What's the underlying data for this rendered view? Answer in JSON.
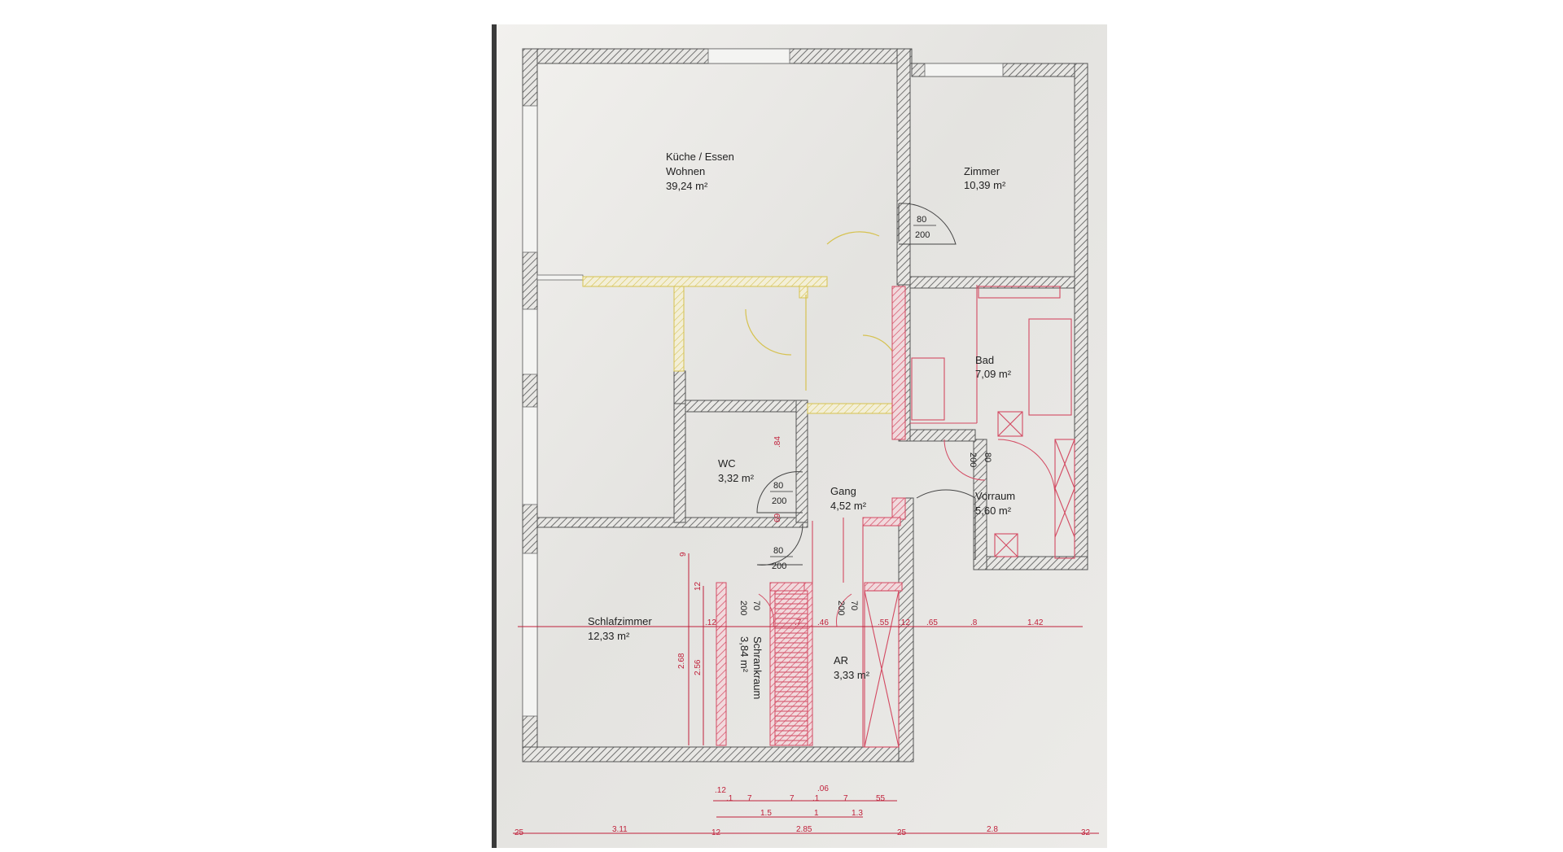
{
  "rooms": [
    {
      "id": "kueche",
      "name": "Küche / Essen",
      "name2": "Wohnen",
      "area": "39,24 m²"
    },
    {
      "id": "zimmer",
      "name": "Zimmer",
      "area": "10,39 m²"
    },
    {
      "id": "bad",
      "name": "Bad",
      "area": "7,09 m²"
    },
    {
      "id": "wc",
      "name": "WC",
      "area": "3,32 m²"
    },
    {
      "id": "gang",
      "name": "Gang",
      "area": "4,52 m²"
    },
    {
      "id": "vorraum",
      "name": "Vorraum",
      "area": "5,60 m²"
    },
    {
      "id": "schlafzimmer",
      "name": "Schlafzimmer",
      "area": "12,33 m²"
    },
    {
      "id": "schrankraum",
      "name": "Schrankraum",
      "area": "3,84 m²"
    },
    {
      "id": "ar",
      "name": "AR",
      "area": "3,33 m²"
    }
  ],
  "doors": [
    {
      "id": "door-zimmer",
      "width": "80",
      "height": "200"
    },
    {
      "id": "door-wc",
      "width": "80",
      "height": "200"
    },
    {
      "id": "door-schlaf",
      "width": "80",
      "height": "200"
    },
    {
      "id": "door-bad",
      "width": "80",
      "height": "200"
    },
    {
      "id": "door-schrank",
      "width": "70",
      "height": "200"
    },
    {
      "id": "door-ar",
      "width": "70",
      "height": "200"
    }
  ],
  "dimensions": {
    "bottom_row1": [
      ".12",
      ".1",
      "7",
      "7",
      ".1",
      ".06",
      "7",
      "55"
    ],
    "bottom_row2": [
      "1.5",
      "1",
      "1.3"
    ],
    "bottom_row3": [
      "25",
      "3.11",
      "12",
      "2.85",
      "25",
      "2.8",
      "32"
    ],
    "mid_row": [
      ".12",
      ".7",
      ".46",
      ".55",
      ".12",
      ".65",
      ".8",
      "1.42"
    ],
    "vertical": [
      "2.68",
      "2.56",
      "9",
      "12",
      ".84",
      "69"
    ]
  },
  "colors": {
    "wall": "#6b6b70",
    "paper": "#efeeeb",
    "demolition": "#d9c34a",
    "new_wall": "#d9677a",
    "dimension": "#c0203a"
  }
}
